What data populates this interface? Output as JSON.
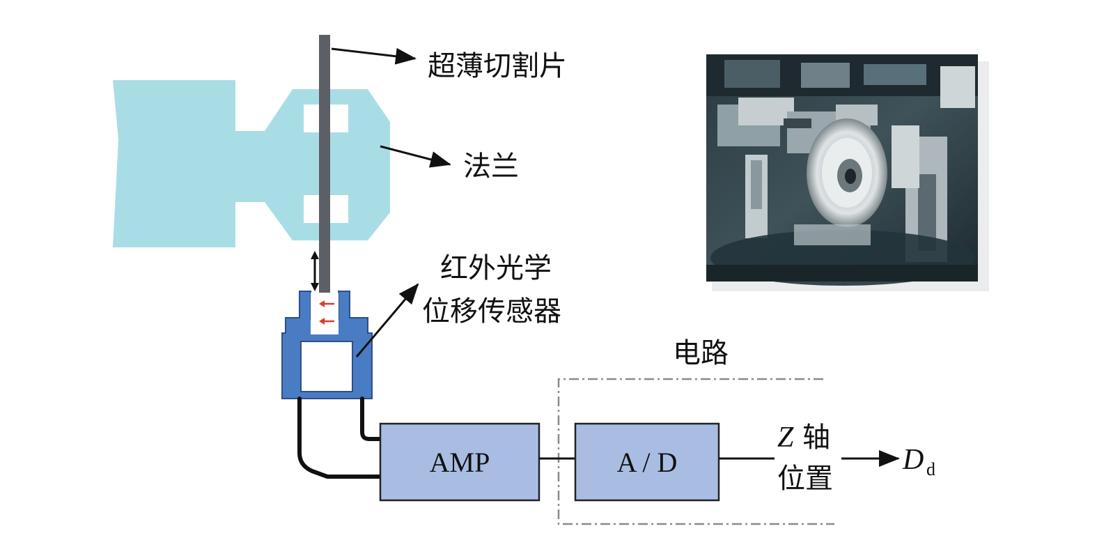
{
  "labels": {
    "blade": "超薄切割片",
    "flange": "法兰",
    "sensor_line1": "红外光学",
    "sensor_line2": "位移传感器",
    "circuit": "电路",
    "amp": "AMP",
    "adc": "A / D",
    "z_var": "Z",
    "z_axis_char": "轴",
    "position": "位置",
    "output_var": "D",
    "output_sub": "d"
  },
  "colors": {
    "flange": "#a9dde6",
    "blade": "#5d5f66",
    "sensor_body": "#4a7cc3",
    "sensor_edge": "#2c4f86",
    "box_fill": "#a9bde3",
    "box_edge": "#222222",
    "cable": "#111111",
    "ir_arrow": "#e0392b",
    "circuit_border": "#8a8a8a"
  },
  "photo": {
    "description_icon": "cutting-machine-photo"
  }
}
